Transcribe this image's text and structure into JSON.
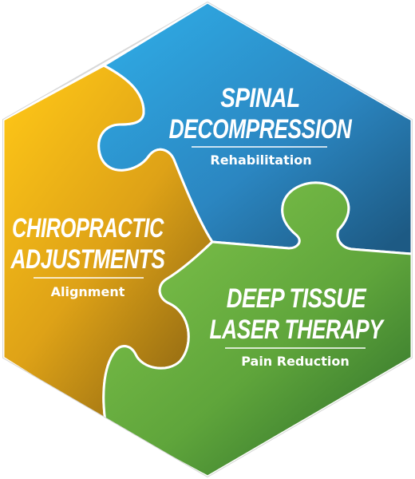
{
  "pieces": [
    {
      "id": "spinal",
      "title_lines": [
        "SPINAL",
        "DECOMPRESSION"
      ],
      "subtitle": "Rehabilitation",
      "color_light": "#2ea6e0",
      "color_dark": "#1d5a84"
    },
    {
      "id": "chiro",
      "title_lines": [
        "CHIROPRACTIC",
        "ADJUSTMENTS"
      ],
      "subtitle": "Alignment",
      "color_light": "#f7be17",
      "color_dark": "#8a6412"
    },
    {
      "id": "laser",
      "title_lines": [
        "DEEP TISSUE",
        "LASER THERAPY"
      ],
      "subtitle": "Pain Reduction",
      "color_light": "#7ec24a",
      "color_dark": "#2e6f2a"
    }
  ]
}
